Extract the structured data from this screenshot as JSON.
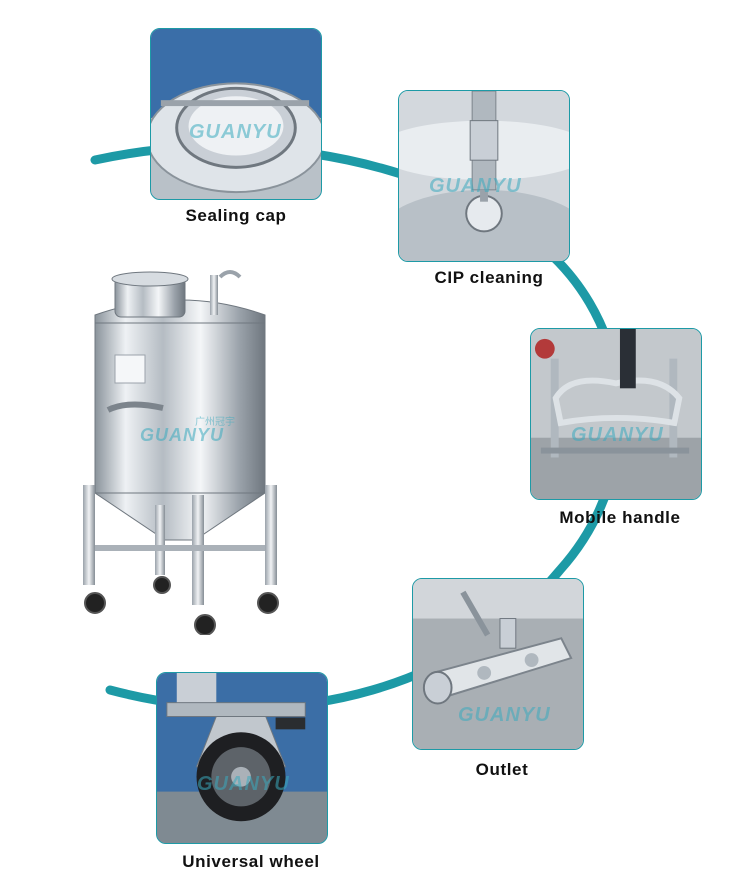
{
  "features": [
    {
      "id": "sealing-cap",
      "caption": "Sealing cap",
      "icon": "sealing-cap-photo"
    },
    {
      "id": "cip-cleaning",
      "caption": "CIP cleaning",
      "icon": "cip-spray-ball-photo"
    },
    {
      "id": "mobile-handle",
      "caption": "Mobile handle",
      "icon": "mobile-handle-photo"
    },
    {
      "id": "outlet",
      "caption": "Outlet",
      "icon": "outlet-valve-photo"
    },
    {
      "id": "universal-wheel",
      "caption": "Universal wheel",
      "icon": "caster-wheel-photo"
    }
  ],
  "brand": {
    "name": "GUANYU",
    "name_cn": "广州冠宇"
  },
  "colors": {
    "accent": "#1d9aa6",
    "steel": "#c9cfd6",
    "background": "#ffffff"
  }
}
